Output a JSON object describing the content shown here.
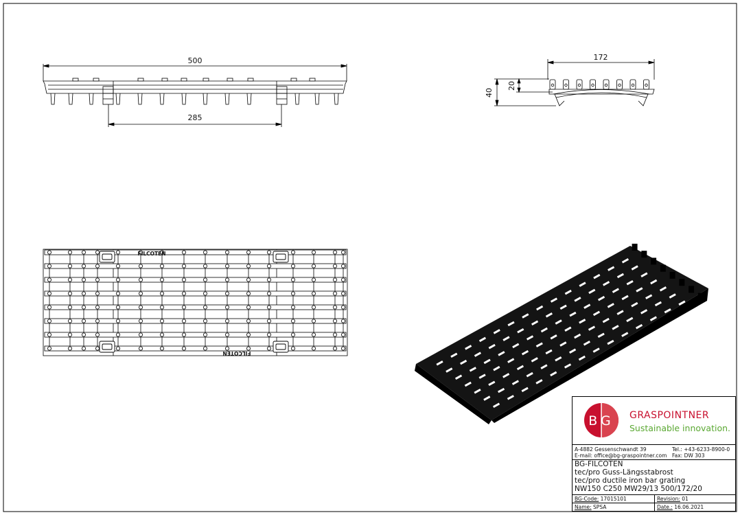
{
  "dimensions": {
    "side_length": "500",
    "side_spacing": "285",
    "front_width": "172",
    "front_height_total": "40",
    "front_height_bar": "20"
  },
  "plan_marking": {
    "top": "FILCOTEN",
    "bottom": "FILCOTEN"
  },
  "title_block": {
    "logo_text": "BG",
    "brand": "GRASPOINTNER",
    "tagline": "Sustainable innovation.",
    "address": "A-4882  Gessenschwandt 39",
    "email": "E-mail: office@bg-graspointner.com",
    "tel": "Tel.: +43-6233-8900-0",
    "fax": "Fax:  DW 303",
    "product_name": "BG-FILCOTEN",
    "desc_de": "tec/pro Guss-Längsstabrost",
    "desc_en": "tec/pro ductile iron bar grating",
    "spec": "NW150 C250 MW29/13 500/172/20",
    "bgcode_label": "BG-Code:",
    "bgcode_value": "17015101",
    "revision_label": "Revision:",
    "revision_value": "01",
    "name_label": "Name:",
    "name_value": "SPSA",
    "date_label": "Date.:",
    "date_value": "16.06.2021"
  },
  "colors": {
    "brand_red": "#c8102e",
    "brand_green": "#5aa832"
  }
}
